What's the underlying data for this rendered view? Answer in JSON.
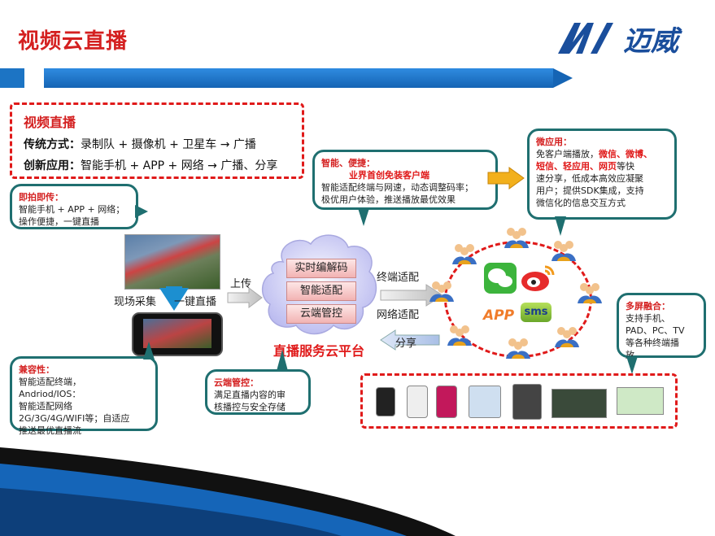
{
  "page": {
    "title": "视频云直播",
    "logo_text": "迈威"
  },
  "intro": {
    "heading": "视频直播",
    "traditional_label": "传统方式：",
    "traditional_text": "录制队 + 摄像机 + 卫星车 → 广播",
    "innovative_label": "创新应用：",
    "innovative_text": "智能手机 + APP + 网络 → 广播、分享"
  },
  "bubble_shoot": {
    "title": "即拍即传：",
    "line1": "智能手机 + APP + 网络；",
    "line2": "操作便捷，一键直播"
  },
  "bubble_smart": {
    "title": "智能、便捷：",
    "subtitle": "业界首创免装客户端",
    "line1": "智能适配终端与网速，动态调整码率；",
    "line2": "极优用户体验，推送播放最优效果"
  },
  "bubble_micro": {
    "title": "微应用：",
    "pre": "免客户端播放，",
    "hl1": "微信、微博、",
    "hl2": "短信、轻应用、网页",
    "post1": "等快",
    "line3": "速分享，低成本高效应凝聚",
    "line4": "用户；提供SDK集成，支持",
    "line5": "微信化的信息交互方式"
  },
  "bubble_compat": {
    "title": "兼容性：",
    "line1": "智能适配终端，",
    "line2": "Andriod/IOS：",
    "line3": "智能适配网络",
    "line4": "2G/3G/4G/WIFI等；自适应",
    "line5": "推送最优直播流"
  },
  "bubble_cloud": {
    "title": "云端管控：",
    "line1": "满足直播内容的审",
    "line2": "核播控与安全存储"
  },
  "bubble_multi": {
    "title": "多屏融合：",
    "line1": "支持手机、",
    "line2": "PAD、PC、TV",
    "line3": "等各种终端播",
    "line4": "放"
  },
  "flow": {
    "capture_label": "现场采集",
    "onekey_label": "一键直播",
    "upload_label": "上传",
    "terminal_label": "终端适配",
    "network_label": "网络适配",
    "share_label": "分享",
    "cloud_items": [
      "实时编解码",
      "智能适配",
      "云端管控"
    ],
    "platform_label": "直播服务云平台"
  },
  "apps": {
    "app_label": "APP",
    "sms_label": "sms"
  },
  "colors": {
    "title_red": "#d42020",
    "band_blue": "#1c74c4",
    "bubble_border": "#1f6f70",
    "dash_red": "#e01a1a"
  }
}
